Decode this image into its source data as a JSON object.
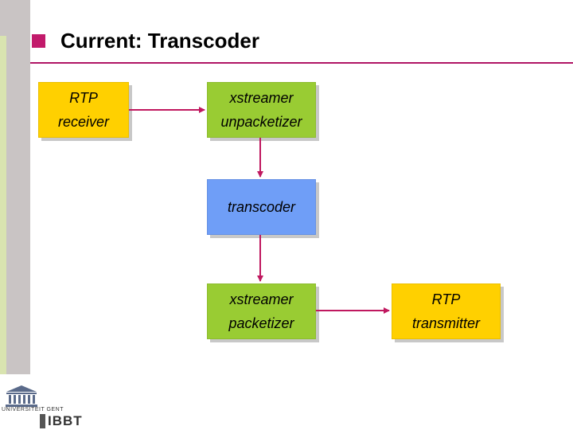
{
  "slide": {
    "title": "Current: Transcoder"
  },
  "nodes": {
    "rtp_receiver": {
      "line1": "RTP",
      "line2": "receiver"
    },
    "unpacketizer": {
      "line1": "xstreamer",
      "line2": "unpacketizer"
    },
    "transcoder": {
      "line1": "transcoder"
    },
    "packetizer": {
      "line1": "xstreamer",
      "line2": "packetizer"
    },
    "rtp_transmitter": {
      "line1": "RTP",
      "line2": "transmitter"
    }
  },
  "logo": {
    "university": "UNIVERSITEIT GENT",
    "ibbt": "IBBT"
  },
  "colors": {
    "accent": "#c21a6b",
    "arrow": "#c0185f",
    "yellow_box": "#ffd000",
    "green_box": "#99cc33",
    "blue_box": "#6f9ef7"
  }
}
